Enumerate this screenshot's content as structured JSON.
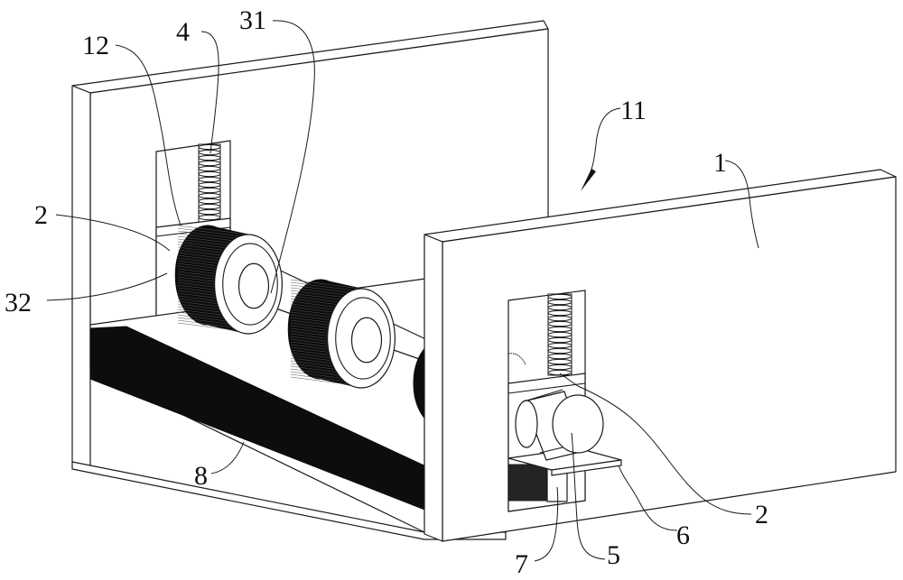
{
  "figure": {
    "type": "patent-perspective-drawing",
    "subject": "roller device with two side plates, knurled rollers on shaft, lead screws and motor",
    "colors": {
      "line": "#1a1a1a",
      "fill": "#ffffff",
      "solid": "#0d0d0d"
    }
  },
  "labels": [
    {
      "id": "label-12",
      "text": "12"
    },
    {
      "id": "label-4",
      "text": "4"
    },
    {
      "id": "label-31",
      "text": "31"
    },
    {
      "id": "label-11",
      "text": "11"
    },
    {
      "id": "label-1",
      "text": "1"
    },
    {
      "id": "label-2-left",
      "text": "2"
    },
    {
      "id": "label-32",
      "text": "32"
    },
    {
      "id": "label-8",
      "text": "8"
    },
    {
      "id": "label-2-right",
      "text": "2"
    },
    {
      "id": "label-6",
      "text": "6"
    },
    {
      "id": "label-5",
      "text": "5"
    },
    {
      "id": "label-7",
      "text": "7"
    }
  ]
}
